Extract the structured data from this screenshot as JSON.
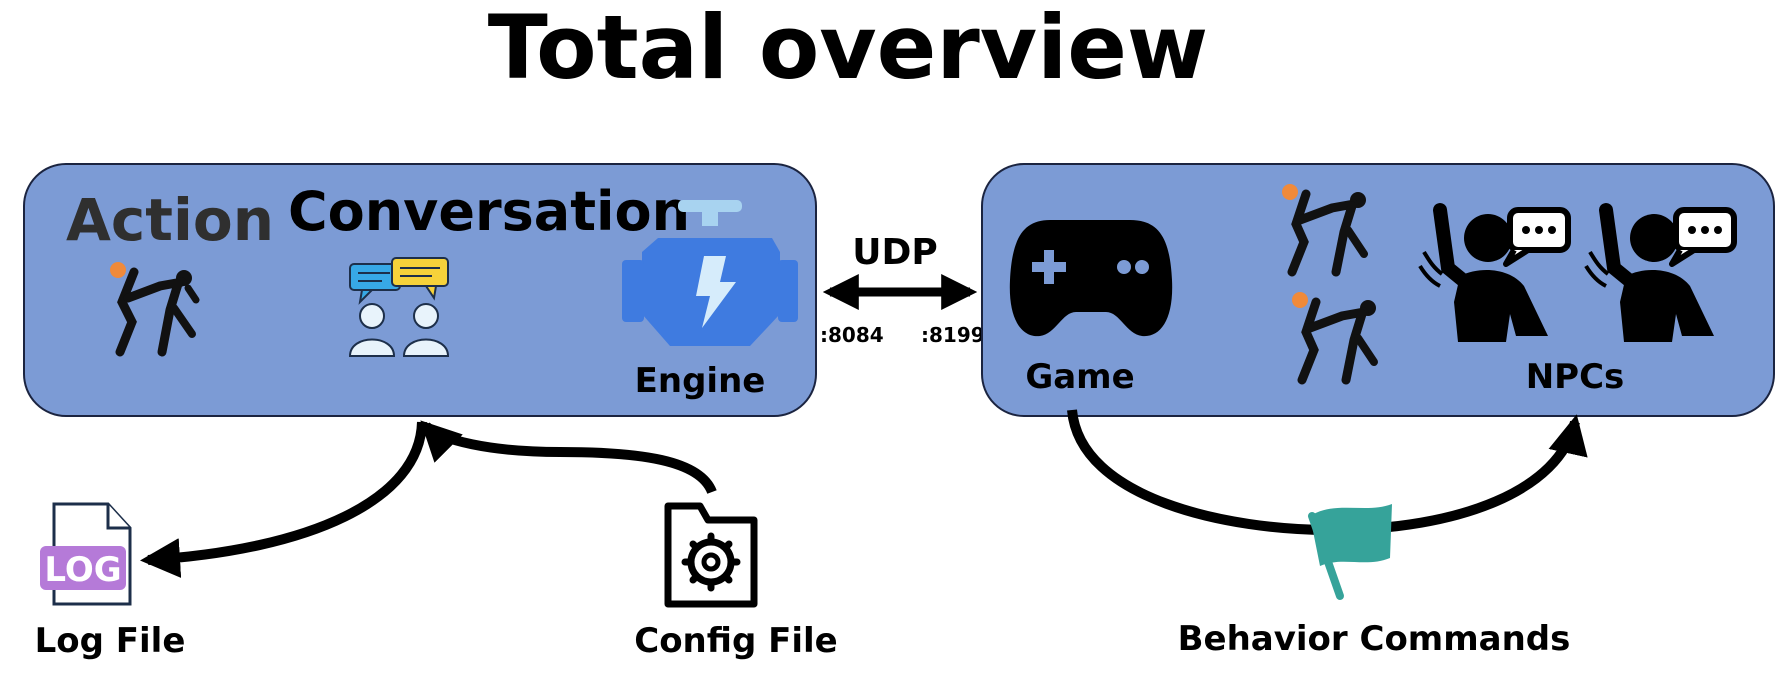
{
  "title": "Total overview",
  "left_box": {
    "action_label": "Action",
    "conversation_label": "Conversation",
    "engine_label": "Engine"
  },
  "link": {
    "protocol": "UDP",
    "left_port": ":8084",
    "right_port": ":8199"
  },
  "right_box": {
    "game_label": "Game",
    "npcs_label": "NPCs"
  },
  "bottom": {
    "log_badge": "LOG",
    "log_file": "Log File",
    "config_file": "Config File",
    "behavior_commands": "Behavior Commands"
  },
  "colors": {
    "box_fill": "#7c9bd5",
    "engine_blue": "#3f7be0",
    "engine_light": "#a8d3f0",
    "log_purple": "#b57ad8",
    "flag_teal": "#36a39a",
    "accent_orange": "#f08a3a"
  }
}
